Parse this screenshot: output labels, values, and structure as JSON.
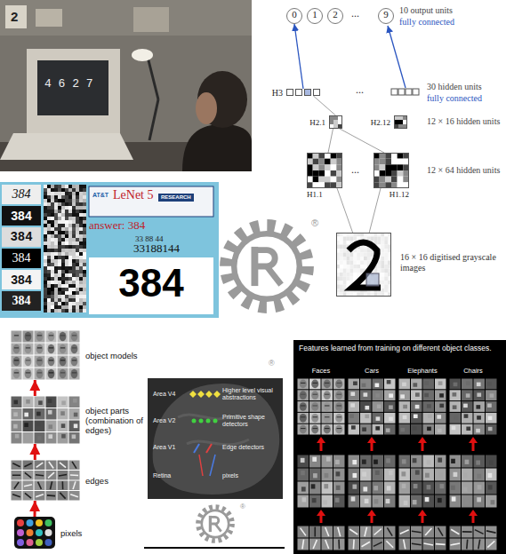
{
  "diagram": {
    "nodes": [
      {
        "text": [
          "0"
        ]
      },
      {
        "text": [
          "1"
        ]
      },
      {
        "text": [
          "2"
        ]
      },
      {
        "text": [
          "9"
        ]
      },
      {
        "text": [
          "H3"
        ]
      },
      {
        "text": [
          "H2.1"
        ]
      },
      {
        "text": [
          "H2.12"
        ]
      },
      {
        "text": [
          "H1.1"
        ]
      },
      {
        "text": [
          "H1.12"
        ]
      },
      {
        "text": [
          "16 × 16 digitised grayscale images"
        ]
      },
      {
        "text": [
          "object models"
        ]
      },
      {
        "text": [
          "object parts (combination of edges)"
        ]
      },
      {
        "text": [
          "edges"
        ]
      },
      {
        "text": [
          "pixels"
        ]
      }
    ],
    "edges": [
      {
        "from": 4,
        "to": 0,
        "arrow": "to"
      },
      {
        "from": 5,
        "to": 4,
        "arrow": "none"
      },
      {
        "from": 7,
        "to": 5,
        "arrow": "none"
      },
      {
        "from": 8,
        "to": 5,
        "arrow": "none"
      },
      {
        "from": 9,
        "to": 7,
        "arrow": "none"
      },
      {
        "from": 9,
        "to": 8,
        "arrow": "none"
      },
      {
        "from": 13,
        "to": 12,
        "arrow": "to"
      },
      {
        "from": 12,
        "to": 11,
        "arrow": "to"
      },
      {
        "from": 11,
        "to": 10,
        "arrow": "to"
      }
    ],
    "labels": [
      "2",
      "4 6 2 7",
      "384",
      "384",
      "384",
      "384",
      "384",
      "384",
      "AT&T",
      "LeNet 5",
      "RESEARCH",
      "answer: 384",
      "33 88 44",
      "33188144",
      "384",
      "...",
      "10 output units",
      "fully connected",
      "30 hidden units",
      "fully connected",
      "...",
      "12 × 16 hidden units",
      "...",
      "12 × 64 hidden units",
      "®",
      "Area V4",
      "Higher level visual abstractions",
      "Area V2",
      "Primitive shape detectors",
      "Area V1",
      "Edge detectors",
      "Retina",
      "pixels",
      "®",
      "®",
      "Features learned from training on different object classes.",
      "Faces",
      "Cars",
      "Elephants",
      "Chairs"
    ]
  }
}
